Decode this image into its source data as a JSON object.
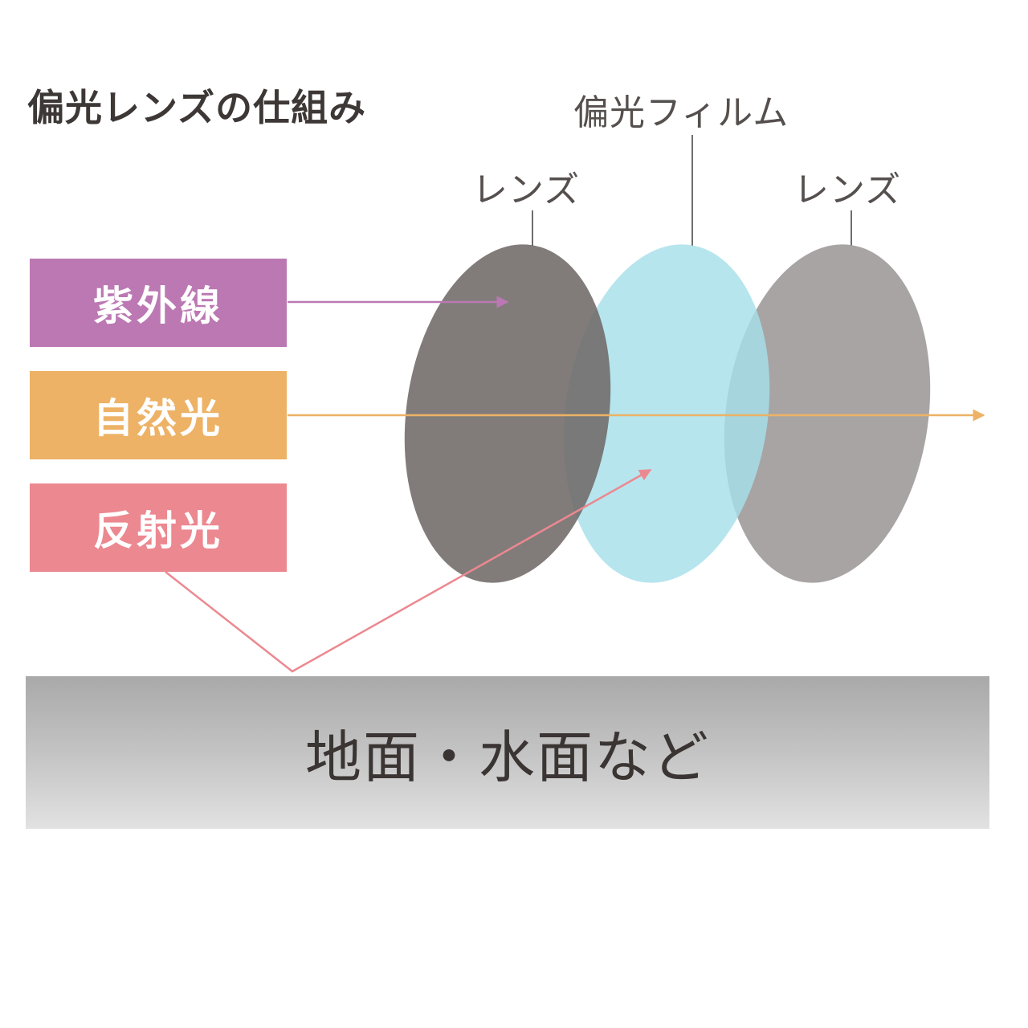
{
  "title": "偏光レンズの仕組み",
  "labels": {
    "polarizing_film": "偏光フィルム",
    "lens_front": "レンズ",
    "lens_back": "レンズ"
  },
  "light_types": [
    {
      "label": "紫外線",
      "color": "#bb78b3"
    },
    {
      "label": "自然光",
      "color": "#edb265"
    },
    {
      "label": "反射光",
      "color": "#ec8890"
    }
  ],
  "ground_label": "地面・水面など",
  "colors": {
    "lens_front": "#6f6a68",
    "polarizing_film": "#a6dfea",
    "lens_back": "#a19c9b",
    "leader_line": "#6d6d6d"
  }
}
